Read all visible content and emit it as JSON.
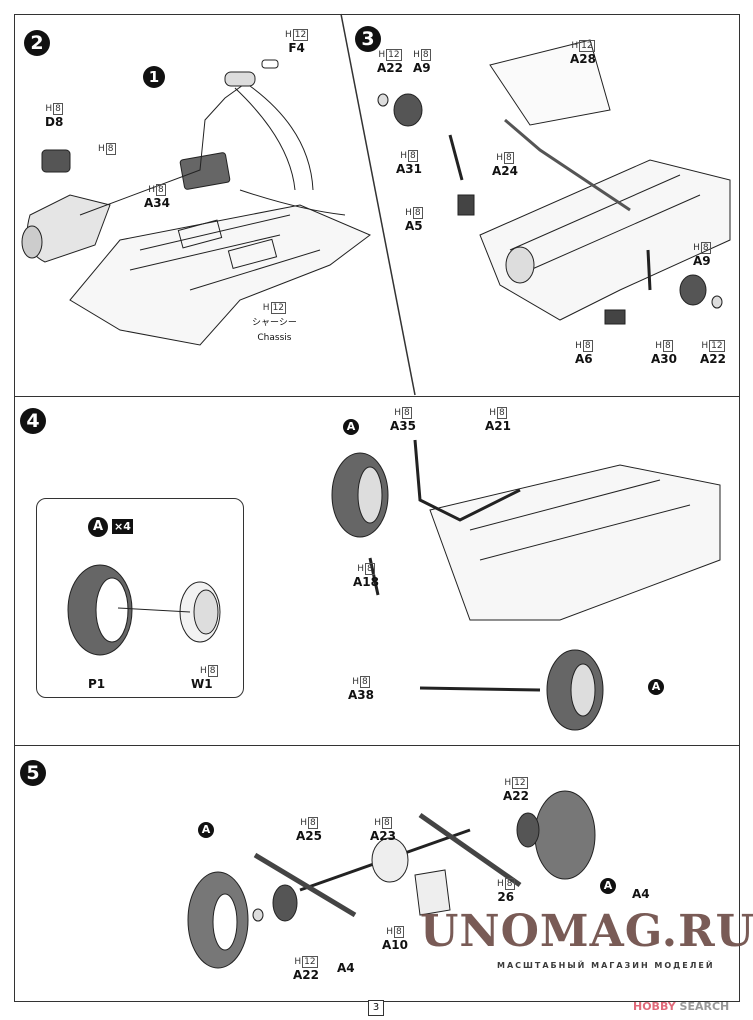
{
  "steps": [
    {
      "number": "2",
      "labels": {
        "f4": {
          "color": "H",
          "code": "12",
          "part": "F4"
        },
        "d8": {
          "color": "H",
          "code": "8",
          "part": "D8"
        },
        "h8": {
          "color": "H",
          "code": "8"
        },
        "a34": {
          "color": "H",
          "code": "8",
          "part": "A34"
        },
        "chassis": {
          "color": "H",
          "code": "12",
          "jp": "シャーシー",
          "en": "Chassis"
        }
      },
      "sub_step": "1"
    },
    {
      "number": "3",
      "labels": {
        "a22l": {
          "color": "H",
          "code": "12",
          "part": "A22"
        },
        "a9l": {
          "color": "H",
          "code": "8",
          "part": "A9"
        },
        "a28": {
          "color": "H",
          "code": "12",
          "part": "A28"
        },
        "a31": {
          "color": "H",
          "code": "8",
          "part": "A31"
        },
        "a24": {
          "color": "H",
          "code": "8",
          "part": "A24"
        },
        "a5": {
          "color": "H",
          "code": "8",
          "part": "A5"
        },
        "a9r": {
          "color": "H",
          "code": "8",
          "part": "A9"
        },
        "a6": {
          "color": "H",
          "code": "8",
          "part": "A6"
        },
        "a30": {
          "color": "H",
          "code": "8",
          "part": "A30"
        },
        "a22r": {
          "color": "H",
          "code": "12",
          "part": "A22"
        }
      }
    },
    {
      "number": "4",
      "inset": {
        "assembly": "A",
        "multiplier": "×4",
        "p1": "P1",
        "w1": {
          "color": "H",
          "code": "8",
          "part": "W1"
        }
      },
      "assembly_marker": "A",
      "labels": {
        "a35": {
          "color": "H",
          "code": "8",
          "part": "A35"
        },
        "a21": {
          "color": "H",
          "code": "8",
          "part": "A21"
        },
        "a18": {
          "color": "H",
          "code": "8",
          "part": "A18"
        },
        "a38": {
          "color": "H",
          "code": "8",
          "part": "A38"
        }
      }
    },
    {
      "number": "5",
      "assembly_marker": "A",
      "labels": {
        "a25": {
          "color": "H",
          "code": "8",
          "part": "A25"
        },
        "a23": {
          "color": "H",
          "code": "8",
          "part": "A23"
        },
        "a22r": {
          "color": "H",
          "code": "12",
          "part": "A22"
        },
        "a4r": {
          "part": "A4"
        },
        "a22l": {
          "color": "H",
          "code": "12",
          "part": "A22"
        },
        "a4l": {
          "part": "A4"
        },
        "a10": {
          "color": "H",
          "code": "8",
          "part": "A10"
        },
        "c26": {
          "color": "H",
          "code": "8",
          "part": "26"
        }
      }
    }
  ],
  "page_number": "3",
  "watermark": {
    "title": "UNOMAG.RU",
    "subtitle": "МАСШТАБНЫЙ МАГАЗИН МОДЕЛЕЙ"
  },
  "credit": {
    "brand_a": "HOBBY",
    "brand_b": "SEARCH"
  },
  "colors": {
    "ink": "#111111",
    "watermark": "#6b4a44",
    "credit": "#e06a7a"
  }
}
